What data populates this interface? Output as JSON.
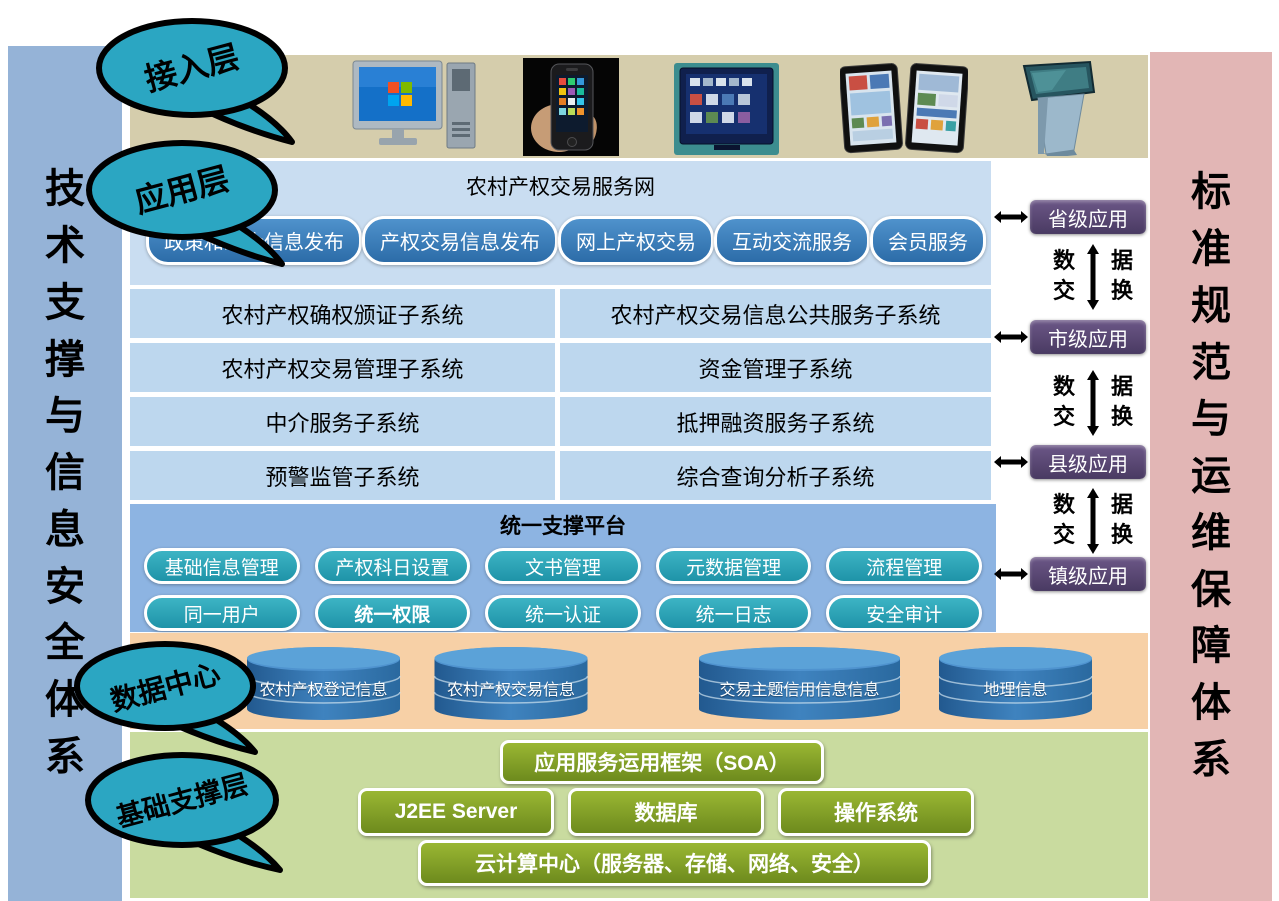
{
  "side_bars": {
    "left": "技术支撑与信息安全体系",
    "right": "标准规范与运维保障体系"
  },
  "access_layer": {
    "bubble": "接入层",
    "devices": [
      "desktop-computer",
      "smartphone-in-hand",
      "smart-tv",
      "tablet-pair",
      "touch-kiosk"
    ]
  },
  "app_layer": {
    "bubble": "应用层",
    "portal_title": "农村产权交易服务网",
    "portal_buttons": [
      "政策和综合信息发布",
      "产权交易信息发布",
      "网上产权交易",
      "互动交流服务",
      "会员服务"
    ],
    "subsystem_rows": [
      {
        "left": "农村产权确权颁证子系统",
        "right": "农村产权交易信息公共服务子系统"
      },
      {
        "left": "农村产权交易管理子系统",
        "right": "资金管理子系统"
      },
      {
        "left": "中介服务子系统",
        "right": "抵押融资服务子系统"
      },
      {
        "left": "预警监管子系统",
        "right": "综合查询分析子系统"
      }
    ],
    "platform": {
      "title": "统一支撑平台",
      "row1": [
        "基础信息管理",
        "产权科日设置",
        "文书管理",
        "元数据管理",
        "流程管理"
      ],
      "row2": [
        "同一用户",
        "统一权限",
        "统一认证",
        "统一日志",
        "安全审计"
      ]
    }
  },
  "regional_apps": {
    "items": [
      "省级应用",
      "市级应用",
      "县级应用",
      "镇级应用"
    ],
    "exchange": {
      "c1": "数",
      "c2": "据",
      "c3": "交",
      "c4": "换"
    }
  },
  "data_center": {
    "bubble": "数据中心",
    "databases": [
      "农村产权登记信息",
      "农村产权交易信息",
      "交易主题信用信息信息",
      "地理信息"
    ]
  },
  "foundation_layer": {
    "bubble": "基础支撑层",
    "soa_frame": "应用服务运用框架（SOA）",
    "boxes": [
      "J2EE Server",
      "数据库",
      "操作系统"
    ],
    "cloud": "云计算中心（服务器、存储、网络、安全）"
  },
  "colors": {
    "left_pillar": "#95B3D7",
    "right_pillar": "#E2B6B5",
    "device_strip": "#D5CDAC",
    "portal_panel": "#C9DDF1",
    "subsystem_row": "#BDD7EE",
    "platform_panel": "#8DB4E2",
    "pill_blue": "#2E74B5",
    "pill_teal": "#2FA3B8",
    "regional_purple": "#584673",
    "data_band": "#F7D0A6",
    "foundation_band": "#C9DB9F",
    "foundation_button": "#7E9A28",
    "bubble_teal": "#2BA6C2",
    "database_blue": "#2E75B6"
  }
}
